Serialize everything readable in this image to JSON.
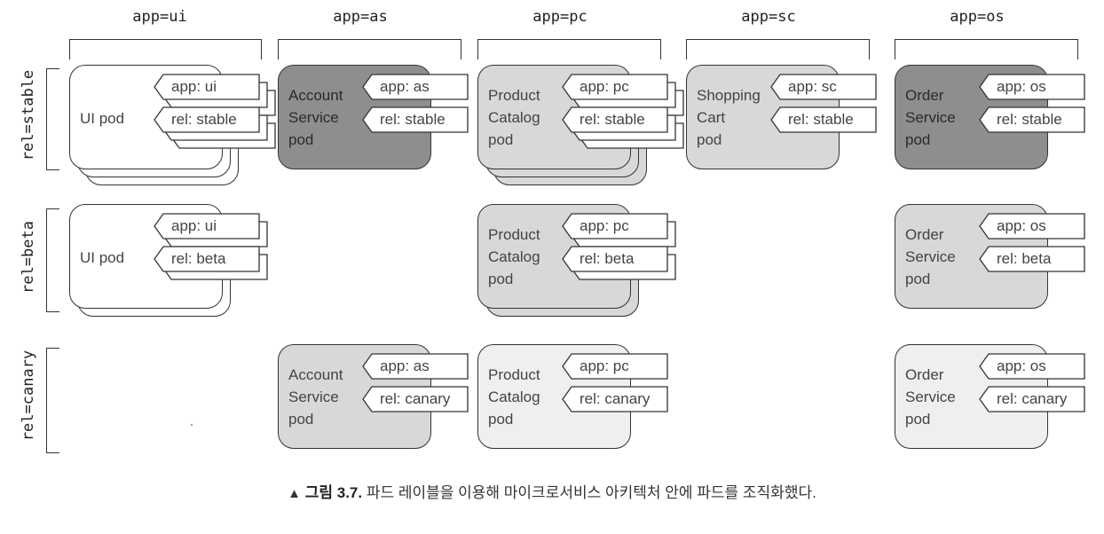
{
  "columns": [
    {
      "label": "app=ui"
    },
    {
      "label": "app=as"
    },
    {
      "label": "app=pc"
    },
    {
      "label": "app=sc"
    },
    {
      "label": "app=os"
    }
  ],
  "rows": [
    {
      "label": "rel=stable"
    },
    {
      "label": "rel=beta"
    },
    {
      "label": "rel=canary"
    }
  ],
  "pods": [
    {
      "name": "ui-stable",
      "col": 0,
      "row": 0,
      "shade": "white",
      "layers": 3,
      "lines": [
        "UI pod"
      ],
      "app": "app: ui",
      "rel": "rel: stable"
    },
    {
      "name": "as-stable",
      "col": 1,
      "row": 0,
      "shade": "dark",
      "layers": 1,
      "lines": [
        "Account",
        "Service",
        "pod"
      ],
      "app": "app: as",
      "rel": "rel: stable"
    },
    {
      "name": "pc-stable",
      "col": 2,
      "row": 0,
      "shade": "mid",
      "layers": 3,
      "lines": [
        "Product",
        "Catalog",
        "pod"
      ],
      "app": "app: pc",
      "rel": "rel: stable"
    },
    {
      "name": "sc-stable",
      "col": 3,
      "row": 0,
      "shade": "mid",
      "layers": 1,
      "lines": [
        "Shopping",
        "Cart",
        "pod"
      ],
      "app": "app: sc",
      "rel": "rel: stable"
    },
    {
      "name": "os-stable",
      "col": 4,
      "row": 0,
      "shade": "dark",
      "layers": 1,
      "lines": [
        "Order",
        "Service",
        "pod"
      ],
      "app": "app: os",
      "rel": "rel: stable"
    },
    {
      "name": "ui-beta",
      "col": 0,
      "row": 1,
      "shade": "white",
      "layers": 2,
      "lines": [
        "UI pod"
      ],
      "app": "app: ui",
      "rel": "rel: beta"
    },
    {
      "name": "pc-beta",
      "col": 2,
      "row": 1,
      "shade": "mid",
      "layers": 2,
      "lines": [
        "Product",
        "Catalog",
        "pod"
      ],
      "app": "app: pc",
      "rel": "rel: beta"
    },
    {
      "name": "os-beta",
      "col": 4,
      "row": 1,
      "shade": "mid",
      "layers": 1,
      "lines": [
        "Order",
        "Service",
        "pod"
      ],
      "app": "app: os",
      "rel": "rel: beta"
    },
    {
      "name": "as-canary",
      "col": 1,
      "row": 2,
      "shade": "mid",
      "layers": 1,
      "lines": [
        "Account",
        "Service",
        "pod"
      ],
      "app": "app: as",
      "rel": "rel: canary"
    },
    {
      "name": "pc-canary",
      "col": 2,
      "row": 2,
      "shade": "light",
      "layers": 1,
      "lines": [
        "Product",
        "Catalog",
        "pod"
      ],
      "app": "app: pc",
      "rel": "rel: canary"
    },
    {
      "name": "os-canary",
      "col": 4,
      "row": 2,
      "shade": "light",
      "layers": 1,
      "lines": [
        "Order",
        "Service",
        "pod"
      ],
      "app": "app: os",
      "rel": "rel: canary"
    }
  ],
  "caption": {
    "prefix": "▲",
    "label": "그림 3.7.",
    "text": "파드 레이블을 이용해 마이크로서비스 아키텍처 안에 파드를 조직화했다."
  }
}
